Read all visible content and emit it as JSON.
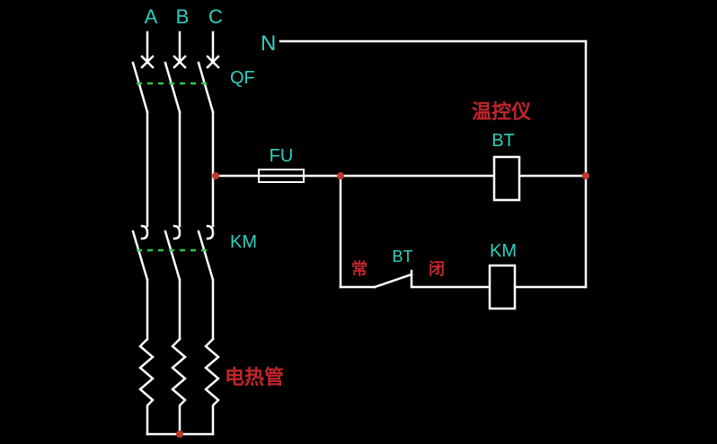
{
  "phases": [
    "A",
    "B",
    "C"
  ],
  "neutral": "N",
  "breaker": "QF",
  "fuse": "FU",
  "contactor": "KM",
  "controller_title": "温控仪",
  "controller_coil": "BT",
  "contact_label": "BT",
  "contactor_coil": "KM",
  "contact_left_mark": "常",
  "contact_right_mark": "闭",
  "heater": "电热管",
  "colors": {
    "background": "#000000",
    "wire": "#ffffff",
    "label": "#2fd0c0",
    "chinese_label": "#c0262c",
    "mechanical_link": "#2ec84a",
    "junction": "#c0392b"
  }
}
